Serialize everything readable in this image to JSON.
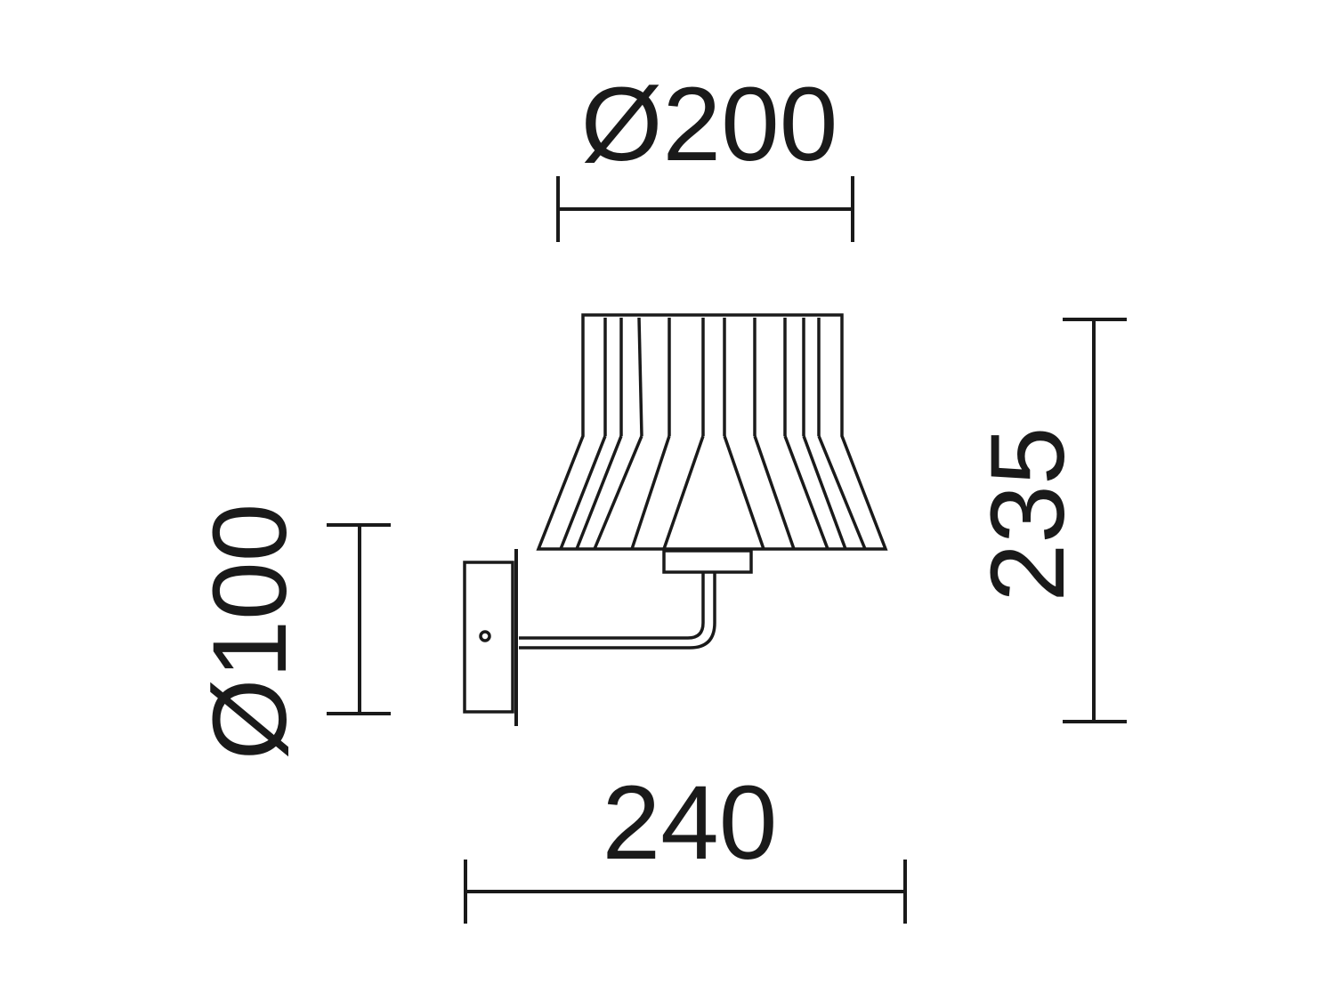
{
  "dimensions": {
    "shade_diameter": "Ø200",
    "base_diameter": "Ø100",
    "height": "235",
    "depth": "240"
  },
  "colors": {
    "line": "#1a1a1a",
    "background": "#ffffff"
  }
}
